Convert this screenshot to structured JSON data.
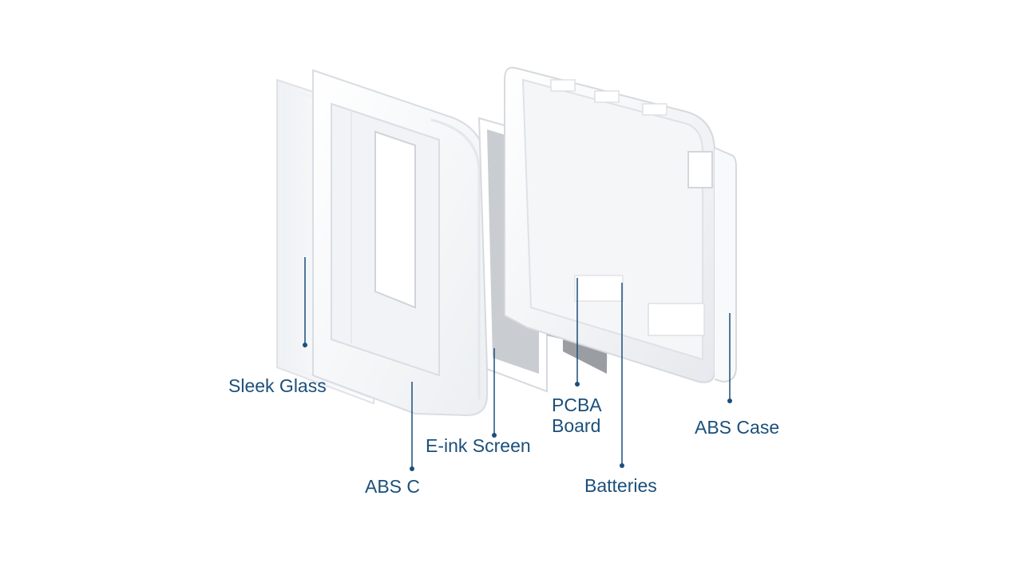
{
  "diagram": {
    "colors": {
      "label": "#1b4f7a",
      "leader": "#1b4f7a",
      "panel_white": "#f7f8fa",
      "panel_edge": "#d9dde3",
      "screen_gray": "#c9ccd0",
      "pcb_gray": "#9a9ea3"
    },
    "labels": {
      "sleek_glass": "Sleek Glass",
      "abs_c": "ABS C",
      "eink_screen": "E-ink Screen",
      "pcba_line1": "PCBA",
      "pcba_line2": "Board",
      "batteries": "Batteries",
      "abs_case": "ABS Case"
    }
  }
}
